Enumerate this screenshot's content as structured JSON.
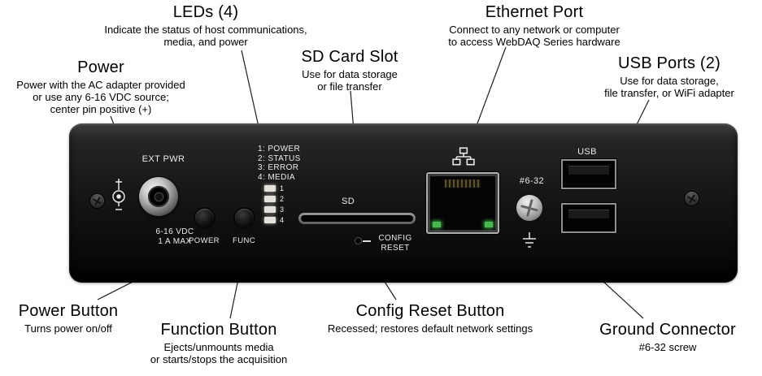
{
  "callouts": {
    "leds": {
      "title": "LEDs (4)",
      "desc": "Indicate the status of host communications,\nmedia, and power"
    },
    "power": {
      "title": "Power",
      "desc": "Power with the AC adapter provided\nor use any 6-16 VDC source;\ncenter pin positive (+)"
    },
    "sd": {
      "title": "SD Card Slot",
      "desc": "Use for data storage\nor file transfer"
    },
    "ethernet": {
      "title": "Ethernet Port",
      "desc": "Connect to any network or computer\nto access WebDAQ Series hardware"
    },
    "usb": {
      "title": "USB Ports (2)",
      "desc": "Use for data storage,\nfile transfer, or WiFi adapter"
    },
    "power_button": {
      "title": "Power Button",
      "desc": "Turns power on/off"
    },
    "function_button": {
      "title": "Function Button",
      "desc": "Ejects/unmounts media\nor starts/stops the acquisition"
    },
    "config_reset": {
      "title": "Config Reset Button",
      "desc": "Recessed; restores default network settings"
    },
    "ground": {
      "title": "Ground Connector",
      "desc": "#6-32 screw"
    }
  },
  "device": {
    "ext_pwr_label": "EXT PWR",
    "power_rating": "6-16 VDC\n1 A MAX",
    "power_button_label": "POWER",
    "function_button_label": "FUNC",
    "led_legend": "1: POWER\n2: STATUS\n3: ERROR\n4: MEDIA",
    "led_numbers": [
      "1",
      "2",
      "3",
      "4"
    ],
    "sd_label": "SD",
    "config_reset_label": "CONFIG\nRESET",
    "ground_screw_label": "#6-32",
    "usb_label": "USB"
  },
  "colors": {
    "leader_line": "#1f1f1f",
    "panel_text": "#ececec",
    "ethernet_led_green": "#43bb4d"
  }
}
